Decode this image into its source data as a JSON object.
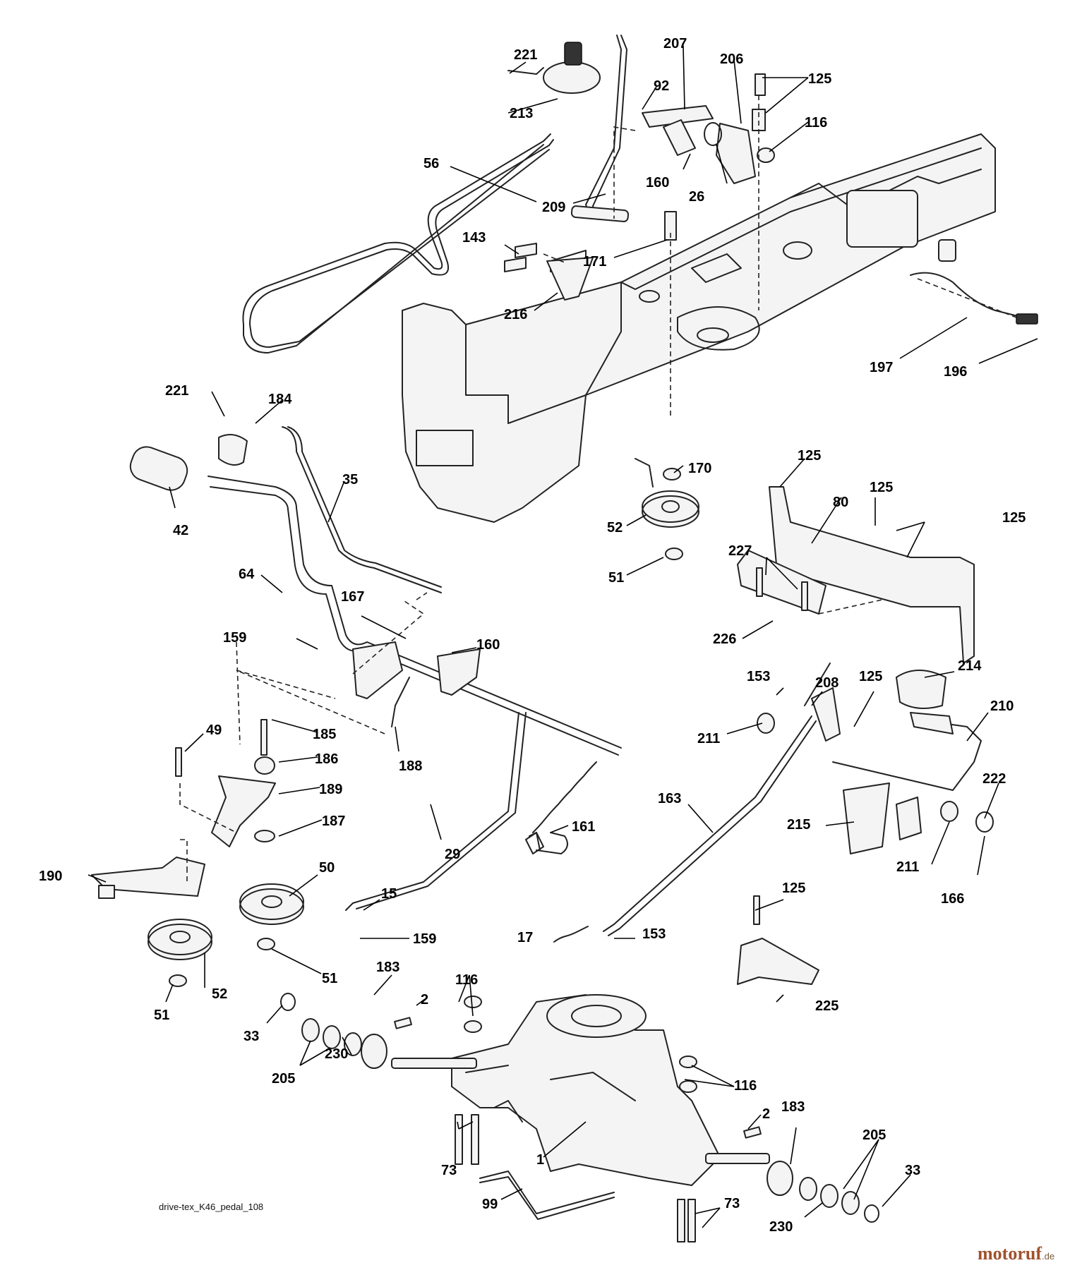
{
  "caption": "drive-tex_K46_pedal_108",
  "brand": {
    "name": "motoruf",
    "suffix": ".de"
  },
  "callouts": [
    "221",
    "213",
    "56",
    "209",
    "207",
    "92",
    "160",
    "26",
    "206",
    "125",
    "116",
    "143",
    "216",
    "171",
    "197",
    "196",
    "221",
    "184",
    "42",
    "35",
    "170",
    "52",
    "51",
    "125",
    "80",
    "125",
    "125",
    "227",
    "226",
    "64",
    "167",
    "160",
    "159",
    "185",
    "186",
    "49",
    "189",
    "187",
    "188",
    "161",
    "29",
    "153",
    "208",
    "125",
    "214",
    "211",
    "210",
    "222",
    "163",
    "215",
    "211",
    "166",
    "190",
    "50",
    "51",
    "52",
    "51",
    "15",
    "159",
    "17",
    "153",
    "125",
    "225",
    "183",
    "2",
    "116",
    "33",
    "205",
    "230",
    "116",
    "2",
    "183",
    "205",
    "33",
    "1",
    "73",
    "99",
    "73",
    "230"
  ]
}
